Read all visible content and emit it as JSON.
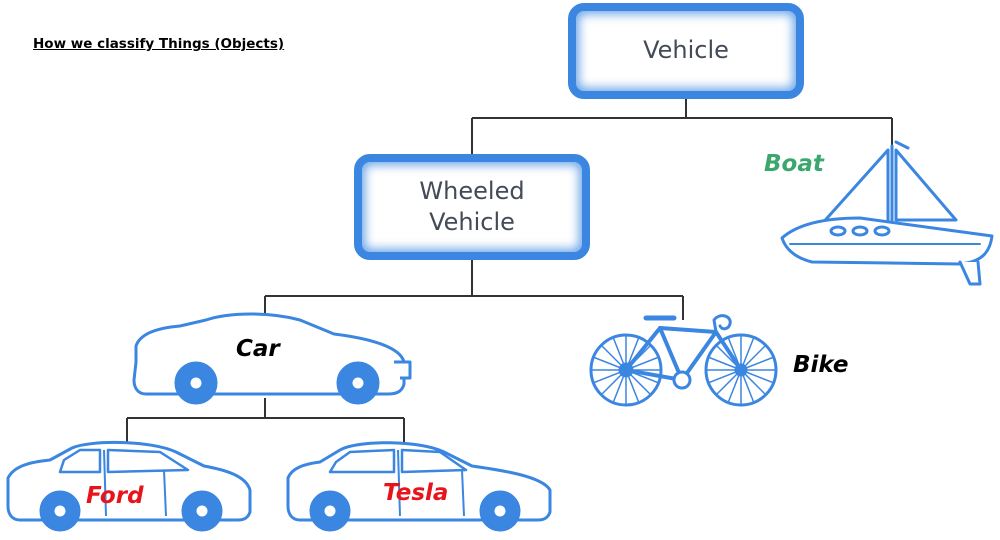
{
  "title": "How we classify Things (Objects)",
  "nodes": {
    "vehicle": "Vehicle",
    "wheeled_line1": "Wheeled",
    "wheeled_line2": "Vehicle"
  },
  "labels": {
    "boat": "Boat",
    "car": "Car",
    "bike": "Bike",
    "ford": "Ford",
    "tesla": "Tesla"
  },
  "colors": {
    "outline": "#3a86e0",
    "boat_label": "#3aa76d",
    "subclass_label": "#e8141c",
    "class_label": "#000000"
  },
  "icons": [
    "boat-icon",
    "car-icon",
    "bike-icon",
    "ford-car-icon",
    "tesla-car-icon"
  ]
}
